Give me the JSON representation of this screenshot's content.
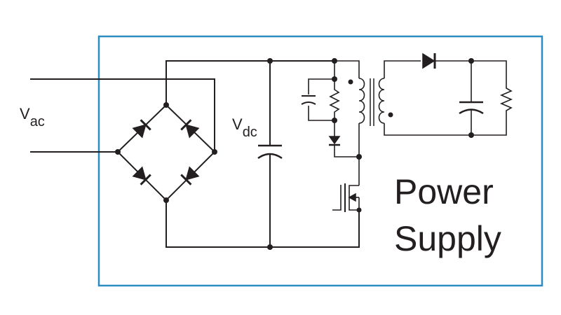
{
  "diagram": {
    "input_label": {
      "main": "V",
      "sub": "ac"
    },
    "bus_label": {
      "main": "V",
      "sub": "dc"
    },
    "block_title": {
      "line1": "Power",
      "line2": "Supply"
    }
  },
  "colors": {
    "frame": "#2b8cbf",
    "ink": "#231f20",
    "background": "#ffffff"
  }
}
